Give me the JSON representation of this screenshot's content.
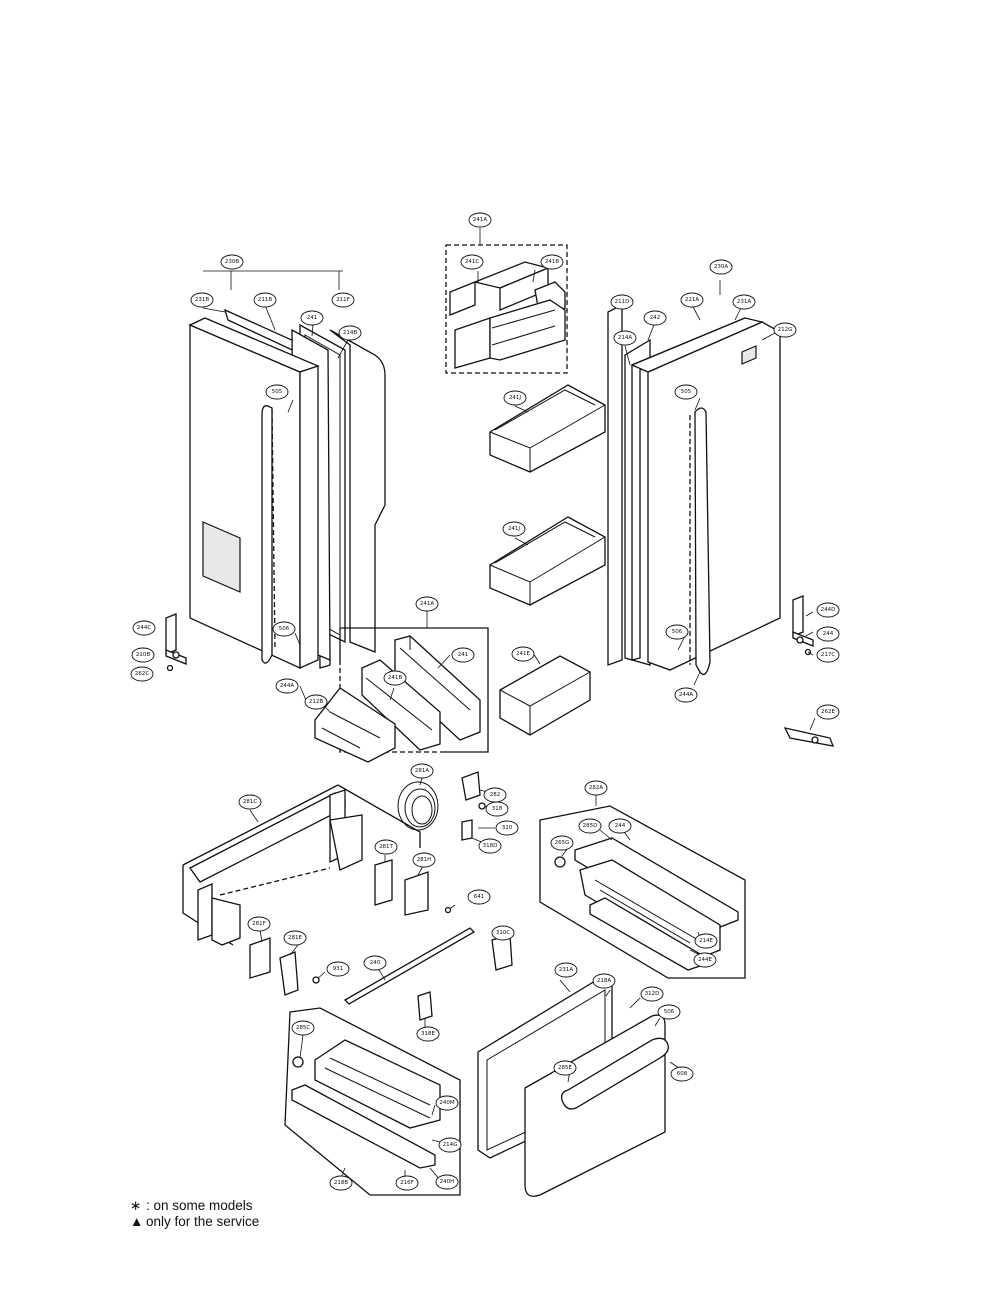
{
  "callouts": {
    "c_241A_top": "241A",
    "c_241C": "241C",
    "c_241B_top": "241B",
    "c_230B": "230B",
    "c_231B": "231B",
    "c_211B": "211B",
    "c_211F_l": "211F",
    "c_241_l": "241",
    "c_214B": "214B",
    "c_505_l": "505",
    "c_230A": "230A",
    "c_221A": "221A",
    "c_231A": "231A",
    "c_212G": "212G",
    "c_211D": "211D",
    "c_214A": "214A",
    "c_242": "242",
    "c_505_r": "505",
    "c_241J_a": "241J",
    "c_241J_b": "241J",
    "c_241A_b": "241A",
    "c_241_b": "241",
    "c_241B_b": "241B",
    "c_212B": "212B",
    "c_241E": "241E",
    "c_244C": "244C",
    "c_210B": "210B",
    "c_262C": "262C",
    "c_506_l": "506",
    "c_244A_l": "244A",
    "c_244D": "244D",
    "c_244_r": "244",
    "c_217C": "217C",
    "c_506_r": "506",
    "c_244A_r": "244A",
    "c_262E": "262E",
    "c_281C": "281C",
    "c_281A": "281A",
    "c_282": "282",
    "c_318": "318",
    "c_320": "320",
    "c_318D": "318D",
    "c_281T": "281T",
    "c_281H": "281H",
    "c_641": "641",
    "c_282A": "282A",
    "c_285D": "285D",
    "c_265G": "265G",
    "c_244_m": "244",
    "c_214E": "214E",
    "c_244E": "244E",
    "c_281F": "281F",
    "c_281E": "281E",
    "c_931": "931",
    "c_240": "240",
    "c_310C": "310C",
    "c_318E": "318E",
    "c_285C": "285C",
    "c_231A_b": "231A",
    "c_218A": "218A",
    "c_506_b": "506",
    "c_312D": "312D",
    "c_608": "608",
    "c_285E": "285E",
    "c_240M": "240M",
    "c_214G": "214G",
    "c_218B": "218B",
    "c_216F": "216F",
    "c_240H": "240H"
  },
  "legend": {
    "some_models_symbol": "∗",
    "some_models_text": ": on some models",
    "service_symbol": "▲",
    "service_text": "only for the service"
  }
}
